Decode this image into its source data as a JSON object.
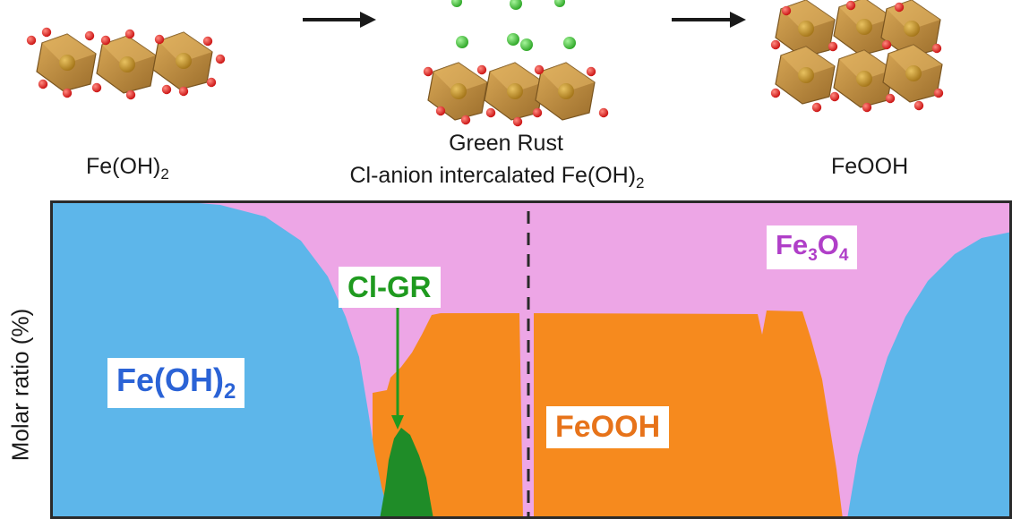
{
  "structures": [
    {
      "id": "left",
      "label": "Fe(OH)",
      "sub": "2"
    },
    {
      "id": "middle",
      "title": "Green Rust",
      "label": "Cl-anion intercalated Fe(OH)",
      "sub": "2"
    },
    {
      "id": "right",
      "label": "FeOOH"
    }
  ],
  "plot": {
    "ylabel": "Molar ratio (%)",
    "regions": {
      "feoh2": {
        "text": "Fe(OH)",
        "sub": "2",
        "color": "#5db6ea",
        "label_color": "#2b63d6"
      },
      "fe3o4": {
        "text_a": "Fe",
        "sub_a": "3",
        "text_b": "O",
        "sub_b": "4",
        "color": "#eda6e6",
        "label_color": "#b03fc8"
      },
      "clgr": {
        "text": "Cl-GR",
        "color": "#1f8c28",
        "label_color": "#1f9a1f"
      },
      "feooh": {
        "text": "FeOOH",
        "color": "#f68a1e",
        "label_color": "#e7731a"
      }
    }
  },
  "colors": {
    "arrow": "#1a1a1a",
    "frame": "#2a2a2a",
    "octahedron": "#c9933f",
    "oxygen": "#e01f1f",
    "chloride": "#43c63a"
  }
}
